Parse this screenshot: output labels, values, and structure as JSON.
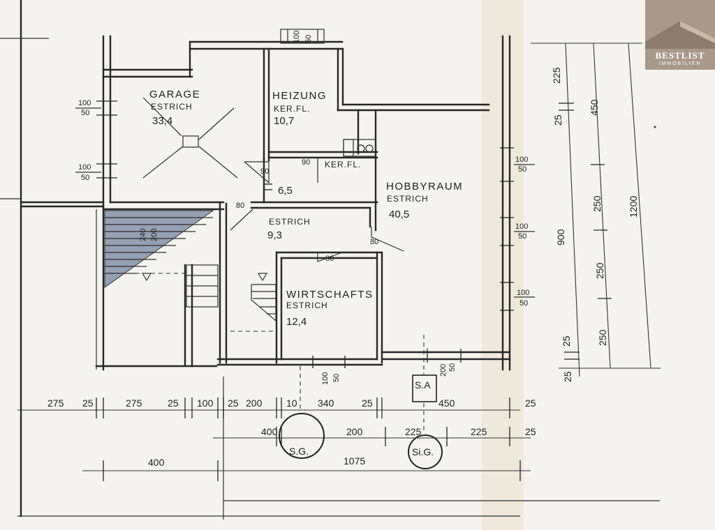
{
  "logo": {
    "name": "BESTLIST",
    "subtitle": "IMMOBILIEN",
    "color": "#a8998b"
  },
  "rooms": [
    {
      "id": "garage",
      "name": "GARAGE",
      "floor": "ESTRICH",
      "area": "33,4"
    },
    {
      "id": "heizung",
      "name": "HEIZUNG",
      "floor": "KER.FL.",
      "area": "10,7"
    },
    {
      "id": "hobbyraum",
      "name": "HOBBYRAUM",
      "floor": "ESTRICH",
      "area": "40,5"
    },
    {
      "id": "wirtschafts",
      "name": "WIRTSCHAFTS",
      "floor": "ESTRICH",
      "area": "12,4"
    },
    {
      "id": "flur",
      "name": "",
      "floor": "ESTRICH",
      "area": "9,3"
    },
    {
      "id": "vorraum",
      "name": "",
      "floor": "KER.FL.",
      "area": "6,5"
    }
  ],
  "door_widths": [
    "90",
    "90",
    "80",
    "80",
    "80"
  ],
  "window_labels": [
    {
      "top": "100",
      "bottom": "50"
    },
    {
      "top": "100",
      "bottom": "50"
    },
    {
      "top": "100",
      "bottom": "50"
    },
    {
      "top": "100",
      "bottom": "50"
    },
    {
      "top": "100",
      "bottom": "50"
    },
    {
      "top": "100",
      "bottom": "50"
    },
    {
      "top": "200",
      "bottom": "50"
    }
  ],
  "top_window": {
    "top": "100",
    "bottom": "50"
  },
  "garage_door": {
    "width": "240",
    "height": "200"
  },
  "dims_bottom_row1": [
    "275",
    "25",
    "275",
    "25",
    "100",
    "25",
    "200",
    "10",
    "340",
    "25",
    "450",
    "25"
  ],
  "dims_bottom_row2": [
    "400",
    "200",
    "225",
    "225",
    "25"
  ],
  "dims_bottom_row3": [
    "400",
    "1075"
  ],
  "dims_right_inner": [
    "225",
    "25",
    "900",
    "25",
    "25"
  ],
  "dims_right_mid": [
    "450",
    "250",
    "250",
    "250"
  ],
  "dims_right_outer": [
    "1200"
  ],
  "fixtures": {
    "sg": "S.G.",
    "sig": "Si.G.",
    "sa": "S.A"
  }
}
